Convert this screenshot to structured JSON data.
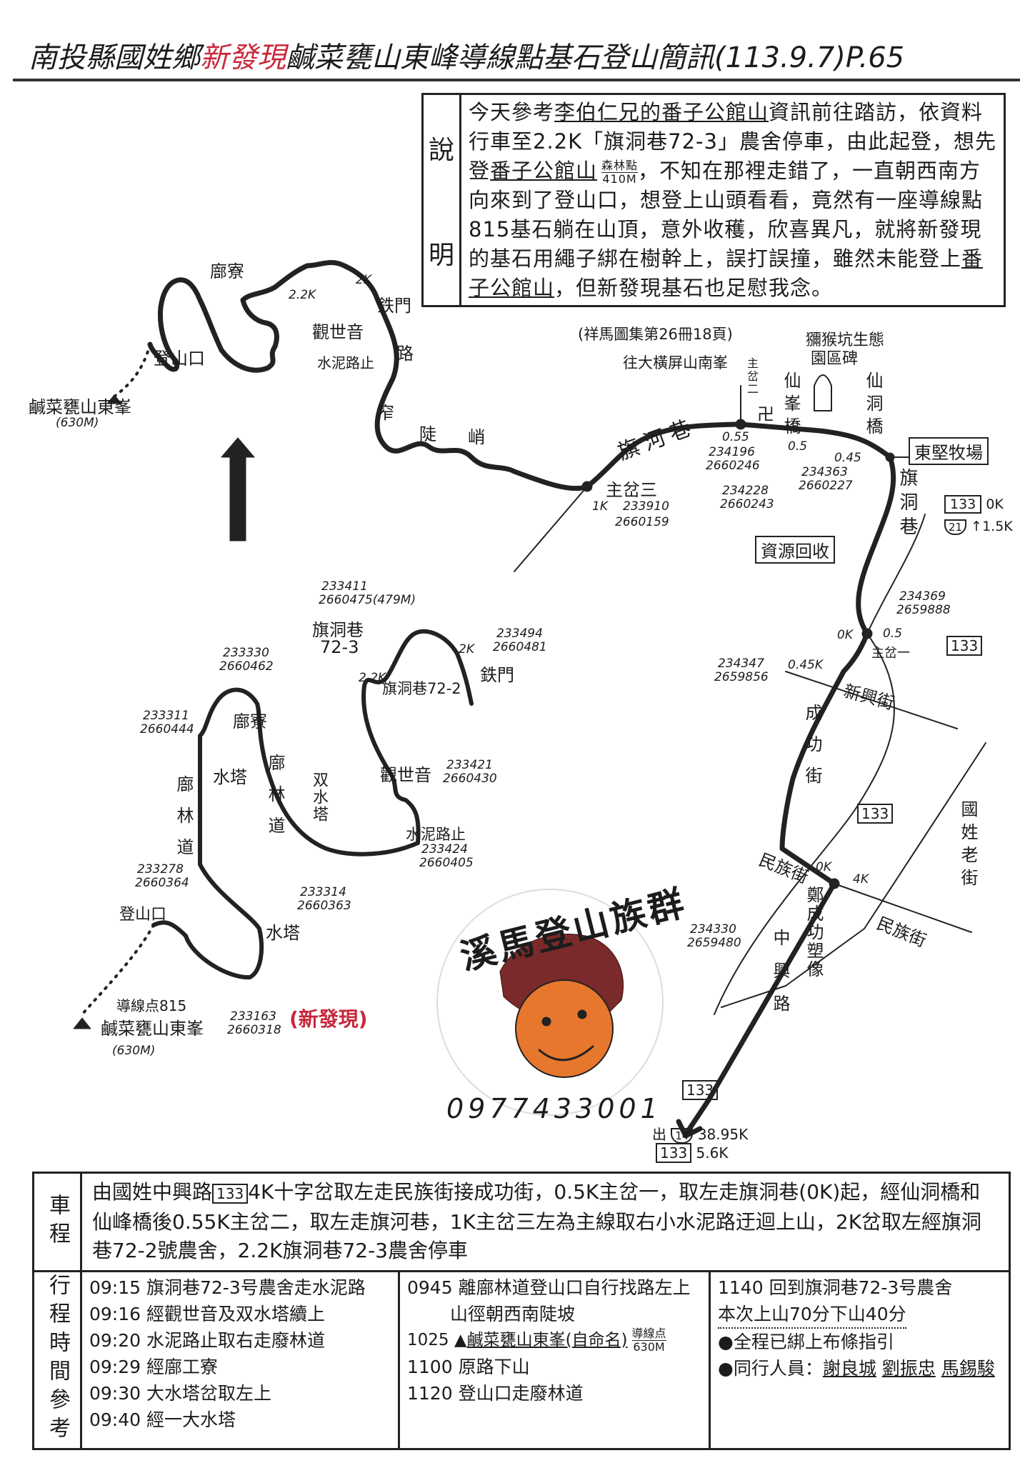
{
  "title": {
    "prefix": "南投縣國姓鄉",
    "highlight": "新發現",
    "suffix": "鹹菜甕山東峰導線點基石登山簡訊",
    "date": "(113.9.7)",
    "page": "P.65"
  },
  "colors": {
    "accent_red": "#c8283c",
    "horse": "#7a2a2a",
    "face": "#e8772e"
  },
  "description": {
    "label_top": "說",
    "label_bottom": "明",
    "t1": "今天參考",
    "person": "李伯仁兄的",
    "peak1": "番子公館山",
    "t2": "資訊前往踏訪，依資料行車至2.2K「旗洞巷72-3」農舍停車，由此起登，想先登",
    "peak2": "番子公館山",
    "forest_point": "森林點",
    "forest_elev": "410M",
    "t3": "，不知在那裡走錯了，一直朝西南方向來到了登山口，想登上山頭看看，竟然有一座導線點815基石躺在山頂，意外收穫，欣喜異凡，就將新發現的基石用繩子綁在樹幹上，誤打誤撞，雖然未能登上",
    "peak3": "番子公館山",
    "t4": "，但新發現基石也足慰我念。"
  },
  "top_map": {
    "liaoliao": "廍寮",
    "k22": "2.2K",
    "k2": "2K",
    "iron_gate": "鉄門",
    "guanyin": "觀世音",
    "cement_end": "水泥路止",
    "trailhead": "登山口",
    "peak": "鹹菜甕山東峯",
    "peak_elev": "(630M)",
    "road_chars": [
      "路",
      "窄",
      "陡",
      "峭"
    ]
  },
  "main_route": {
    "qihe_lane": "旗河巷",
    "junction3": "主岔三",
    "junction3_k": "1K",
    "junction3_coord": [
      "233910",
      "2660159"
    ],
    "k055": "0.55",
    "coord_055": [
      "234196",
      "2660246"
    ],
    "k05": "0.5",
    "coord_05": [
      "234228",
      "2660243"
    ],
    "k045": "0.45",
    "coord_045": [
      "234363",
      "2660227"
    ],
    "dongjian_ranch": "東堅牧場",
    "xianfeng_bridge": "仙峯橋",
    "monkey_monument": [
      "獼猴坑生態",
      "園區碑"
    ],
    "xiandong_bridge": "仙洞橋",
    "ref_note": "(祥馬圖集第26冊18頁)",
    "to_south_peak": "往大橫屏山南峯",
    "junction2": "主岔二",
    "temple_icon": "卍",
    "qidong_lane": "旗洞巷",
    "recycling": "資源回收",
    "r133_0k": "133",
    "r133_0k_label": "0K",
    "r21": "21",
    "r21_label": "1.5K",
    "coord_j1": [
      "234369",
      "2659888"
    ],
    "j1_0k": "0K",
    "j1_05": "0.5",
    "junction1": "主岔一",
    "r133_a": "133",
    "coord_045k": [
      "234347",
      "2659856"
    ],
    "k045k": "0.45K",
    "xinxing_st": "新興街",
    "chenggong_st": "成功街",
    "r133_b": "133",
    "old_street": "國姓老街",
    "minzu_st_a": "民族街",
    "k0": "0K",
    "k4": "4K",
    "minzu_st_b": "民族街",
    "coord_4k": [
      "234330",
      "2659480"
    ],
    "zhongxing_rd": "中興路",
    "statue": "鄭成功塑像",
    "r133_c": "133",
    "exit": "出",
    "r14": "14",
    "r14_k": "38.95K",
    "r133_d": "133",
    "r133_d_k": "5.6K"
  },
  "bottom_map": {
    "coord_7223": [
      "233411",
      "2660475(479M)"
    ],
    "lane_7223": [
      "旗洞巷",
      "72-3"
    ],
    "coord_gate": [
      "233494",
      "2660481"
    ],
    "k2": "2K",
    "iron_gate": "鉄門",
    "k22": "2.2K",
    "lane_7222": "旗洞巷72-2",
    "coord_liao": [
      "233330",
      "2660462"
    ],
    "coord_jct": [
      "233311",
      "2660444"
    ],
    "liaoliao": "廍寮",
    "water_tower_a": "水塔",
    "forest_road_a": "廍林道",
    "forest_road_b": "廍林道",
    "twin_towers": "双水塔",
    "guanyin": "觀世音",
    "coord_guanyin": [
      "233421",
      "2660430"
    ],
    "cement_end": "水泥路止",
    "coord_cement": [
      "233424",
      "2660405"
    ],
    "coord_trailhead": [
      "233278",
      "2660364"
    ],
    "trailhead": "登山口",
    "coord_tower": [
      "233314",
      "2660363"
    ],
    "water_tower_b": "水塔",
    "benchmark": "導線点815",
    "peak": "鹹菜甕山東峯",
    "peak_elev": "(630M)",
    "coord_peak": [
      "233163",
      "2660318"
    ],
    "new_find": "(新發現)"
  },
  "logo": {
    "name": "溪馬登山族群",
    "phone": "0977433001"
  },
  "table": {
    "drive_label": "車程",
    "drive_text_a": "由國姓中興路",
    "drive_route": "133",
    "drive_text_b": "4K十字岔取左走民族街接成功街，0.5K主岔一，取左走旗洞巷(0K)起，經仙洞橋和仙峰橋後0.55K主岔二，取左走旗河巷，1K主岔三左為主線取右小水泥路迂迴上山，2K岔取左經旗洞巷72-2號農舍，2.2K旗洞巷72-3農舍停車",
    "schedule_label": "行程時間參考",
    "col1": [
      "09:15 旗洞巷72-3号農舍走水泥路",
      "09:16 經觀世音及双水塔續上",
      "09:20 水泥路止取右走廢林道",
      "09:29 經廍工寮",
      "09:30 大水塔岔取左上",
      "09:40 經一大水塔"
    ],
    "col2": {
      "l1": "0945 離廍林道登山口自行找路左上",
      "l2": "山徑朝西南陡坡",
      "l3_time": "1025",
      "l3": "鹹菜甕山東峯(自命名)",
      "l3_sub_top": "導線点",
      "l3_sub_bottom": "630M",
      "l4": "1100 原路下山",
      "l5": "1120 登山口走廢林道"
    },
    "col3": {
      "l1": "1140 回到旗洞巷72-3号農舍",
      "l2": "本次上山70分下山40分",
      "l3": "●全程已綁上布條指引",
      "l4_label": "●同行人員：",
      "members": [
        "謝良城",
        "劉振忠",
        "馬錫駿"
      ]
    }
  }
}
